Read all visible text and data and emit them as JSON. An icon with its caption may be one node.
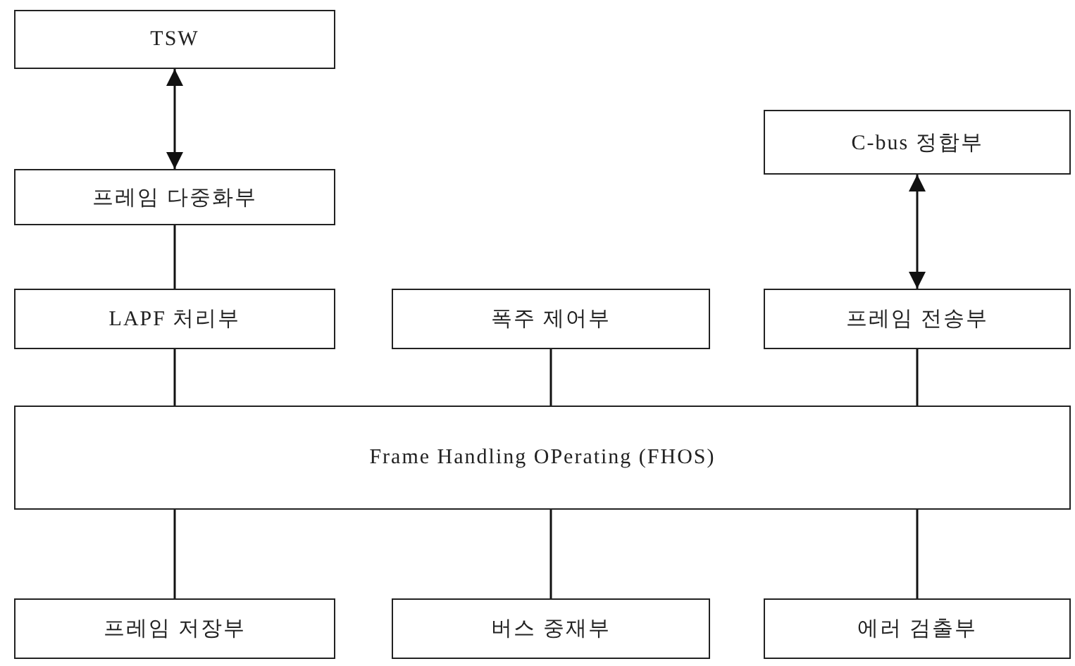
{
  "diagram": {
    "nodes": [
      {
        "text": [
          "TSW"
        ]
      },
      {
        "text": [
          "C-bus 정합부"
        ]
      },
      {
        "text": [
          "프레임 다중화부"
        ]
      },
      {
        "text": [
          "LAPF 처리부"
        ]
      },
      {
        "text": [
          "폭주 제어부"
        ]
      },
      {
        "text": [
          "프레임 전송부"
        ]
      },
      {
        "text": [
          "Frame Handling OPerating (FHOS)"
        ]
      },
      {
        "text": [
          "프레임 저장부"
        ]
      },
      {
        "text": [
          "버스 중재부"
        ]
      },
      {
        "text": [
          "에러 검출부"
        ]
      }
    ],
    "edges": [
      {
        "from": 0,
        "to": 2,
        "arrow": "both"
      },
      {
        "from": 1,
        "to": 5,
        "arrow": "both"
      },
      {
        "from": 2,
        "to": 3,
        "arrow": "none"
      },
      {
        "from": 3,
        "to": 6,
        "arrow": "none"
      },
      {
        "from": 4,
        "to": 6,
        "arrow": "none"
      },
      {
        "from": 5,
        "to": 6,
        "arrow": "none"
      },
      {
        "from": 6,
        "to": 7,
        "arrow": "none"
      },
      {
        "from": 6,
        "to": 8,
        "arrow": "none"
      },
      {
        "from": 6,
        "to": 9,
        "arrow": "none"
      }
    ]
  }
}
